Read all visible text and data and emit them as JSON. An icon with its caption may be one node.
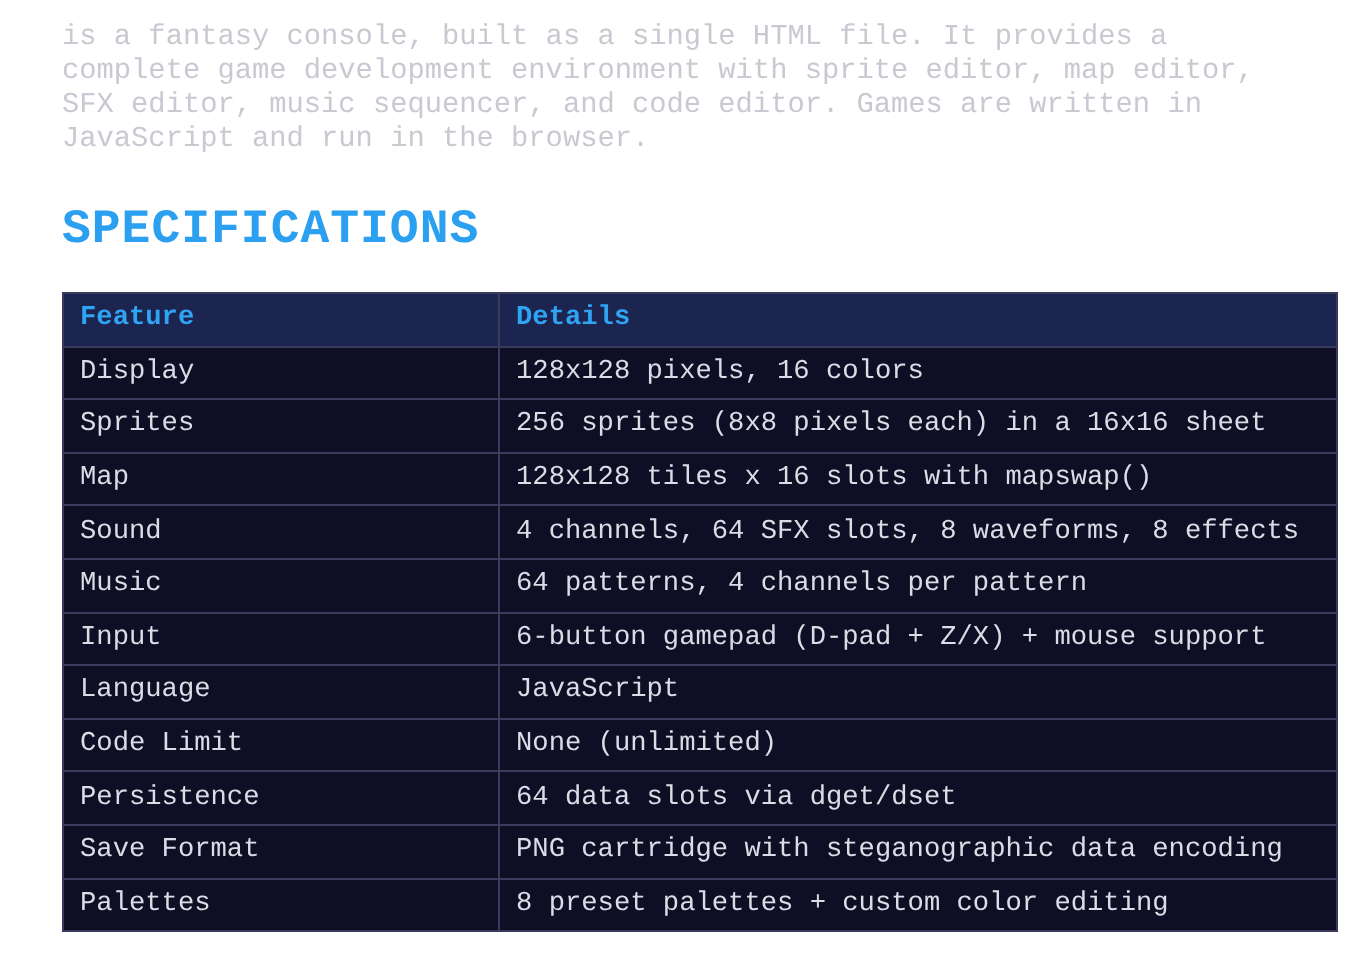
{
  "diagram": {
    "title": "SPECIFICATIONS",
    "labels": [
      "is a fantasy console, built as a single HTML file. It provides a complete game development environment with sprite editor, map editor, SFX editor, music sequencer, and code editor. Games are written in JavaScript and run in the browser.",
      "Feature",
      "Details",
      "Display",
      "128x128 pixels, 16 colors",
      "Sprites",
      "256 sprites (8x8 pixels each) in a 16x16 sheet",
      "Map",
      "128x128 tiles x 16 slots with mapswap()",
      "Sound",
      "4 channels, 64 SFX slots, 8 waveforms, 8 effects",
      "Music",
      "64 patterns, 4 channels per pattern",
      "Input",
      "6-button gamepad (D-pad + Z/X) + mouse support",
      "Language",
      "JavaScript",
      "Code Limit",
      "None (unlimited)",
      "Persistence",
      "64 data slots via dget/dset",
      "Save Format",
      "PNG cartridge with steganographic data encoding",
      "Palettes",
      "8 preset palettes + custom color editing"
    ]
  }
}
